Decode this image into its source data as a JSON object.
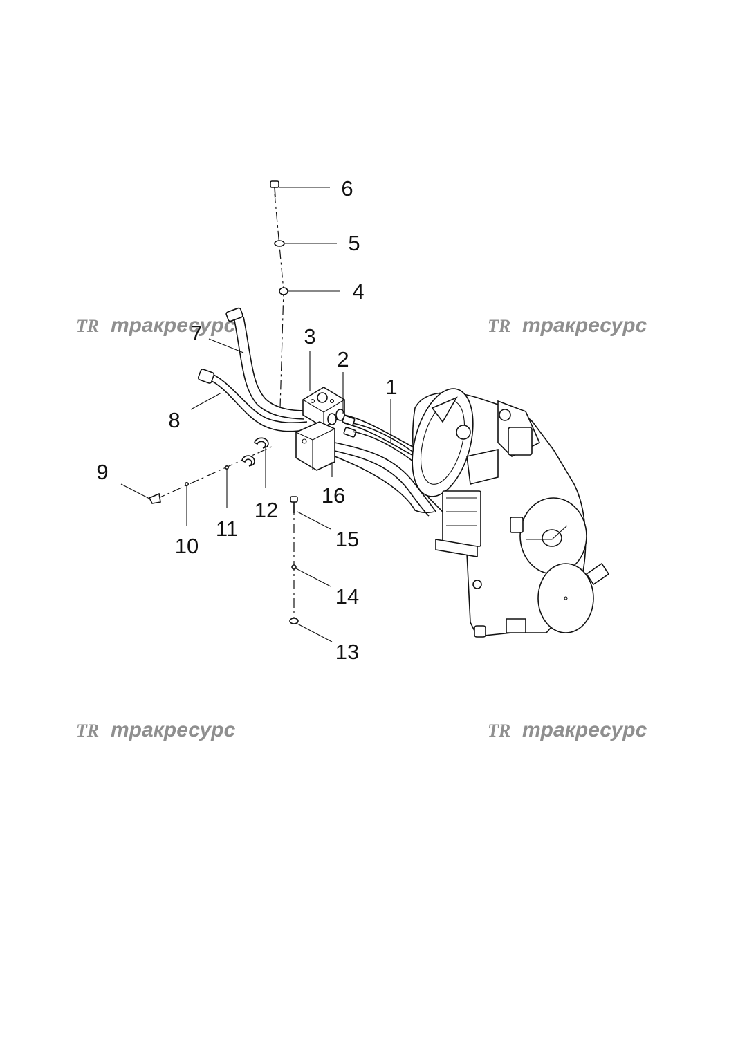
{
  "callouts": [
    "1",
    "2",
    "3",
    "4",
    "5",
    "6",
    "7",
    "8",
    "9",
    "10",
    "11",
    "12",
    "13",
    "14",
    "15",
    "16"
  ],
  "watermark": {
    "text": "тракресурс",
    "logo": "TR"
  },
  "colors": {
    "line": "#111111",
    "watermark": "#8f8f8f",
    "background": "#ffffff"
  }
}
